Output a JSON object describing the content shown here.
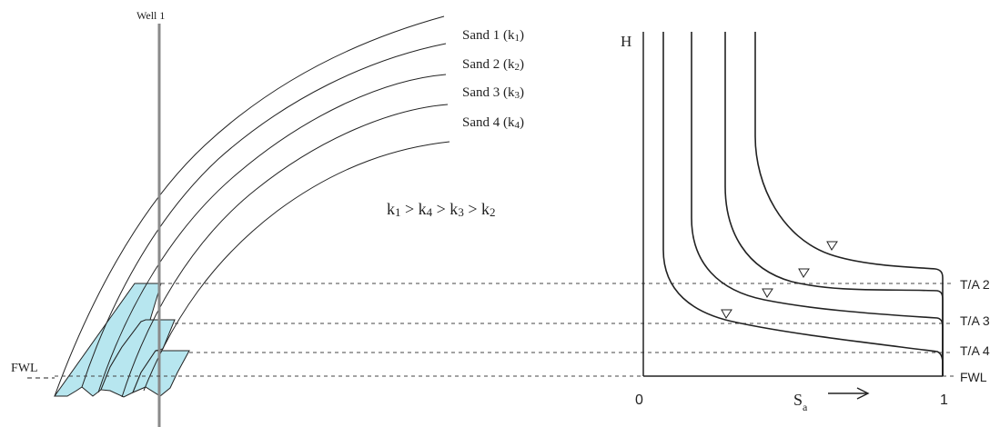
{
  "well": {
    "label": "Well 1"
  },
  "sands": [
    {
      "name": "Sand 1",
      "k": "1"
    },
    {
      "name": "Sand 2",
      "k": "2"
    },
    {
      "name": "Sand 3",
      "k": "3"
    },
    {
      "name": "Sand 4",
      "k": "4"
    }
  ],
  "ordering": [
    "1",
    "4",
    "3",
    "2"
  ],
  "left_fwl_label": "FWL",
  "plot": {
    "y_axis_label": "H",
    "x_axis_label": "S",
    "x_axis_subscript": "a",
    "x_tick_min": "0",
    "x_tick_max": "1",
    "level_labels": [
      "T/A 2",
      "T/A 3",
      "T/A 4",
      "FWL"
    ]
  },
  "colors": {
    "water_fill": "#b7e6ef",
    "lines": "#222222",
    "well": "#8a8a8a"
  }
}
